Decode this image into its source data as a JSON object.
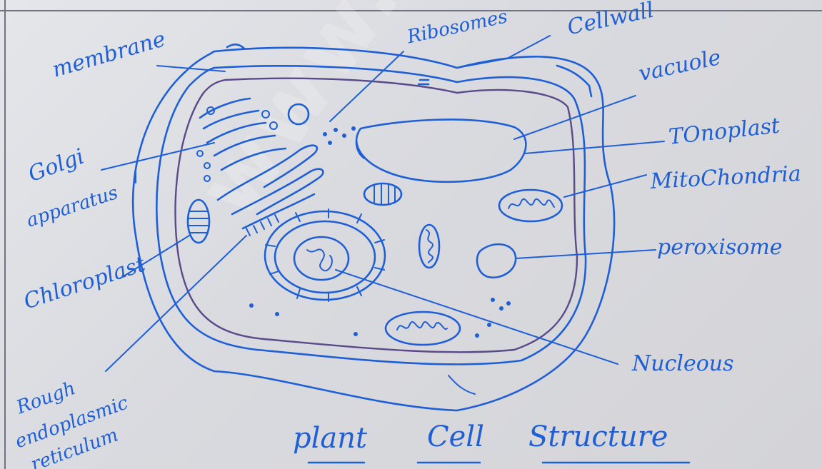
{
  "diagram": {
    "title": {
      "word1": "plant",
      "word2": "Cell",
      "word3": "Structure"
    },
    "labels": {
      "membrane": "membrane",
      "ribosomes": "Ribosomes",
      "cellwall": "Cellwall",
      "vacuole": "vacuole",
      "tonoplast": "TOnoplast",
      "golgi_line1": "Golgi",
      "golgi_line2": "apparatus",
      "mitochondria": "MitoChondria",
      "chloroplast": "Chloroplast",
      "peroxisome": "peroxisome",
      "rough_er_line1": "Rough",
      "rough_er_line2": "endoplasmic",
      "rough_er_line3": "reticulum",
      "nucleolus": "Nucleous"
    },
    "watermark": "www.padasalai"
  },
  "colors": {
    "ink": "#1f5fd6",
    "paper": "#dcdde2"
  }
}
